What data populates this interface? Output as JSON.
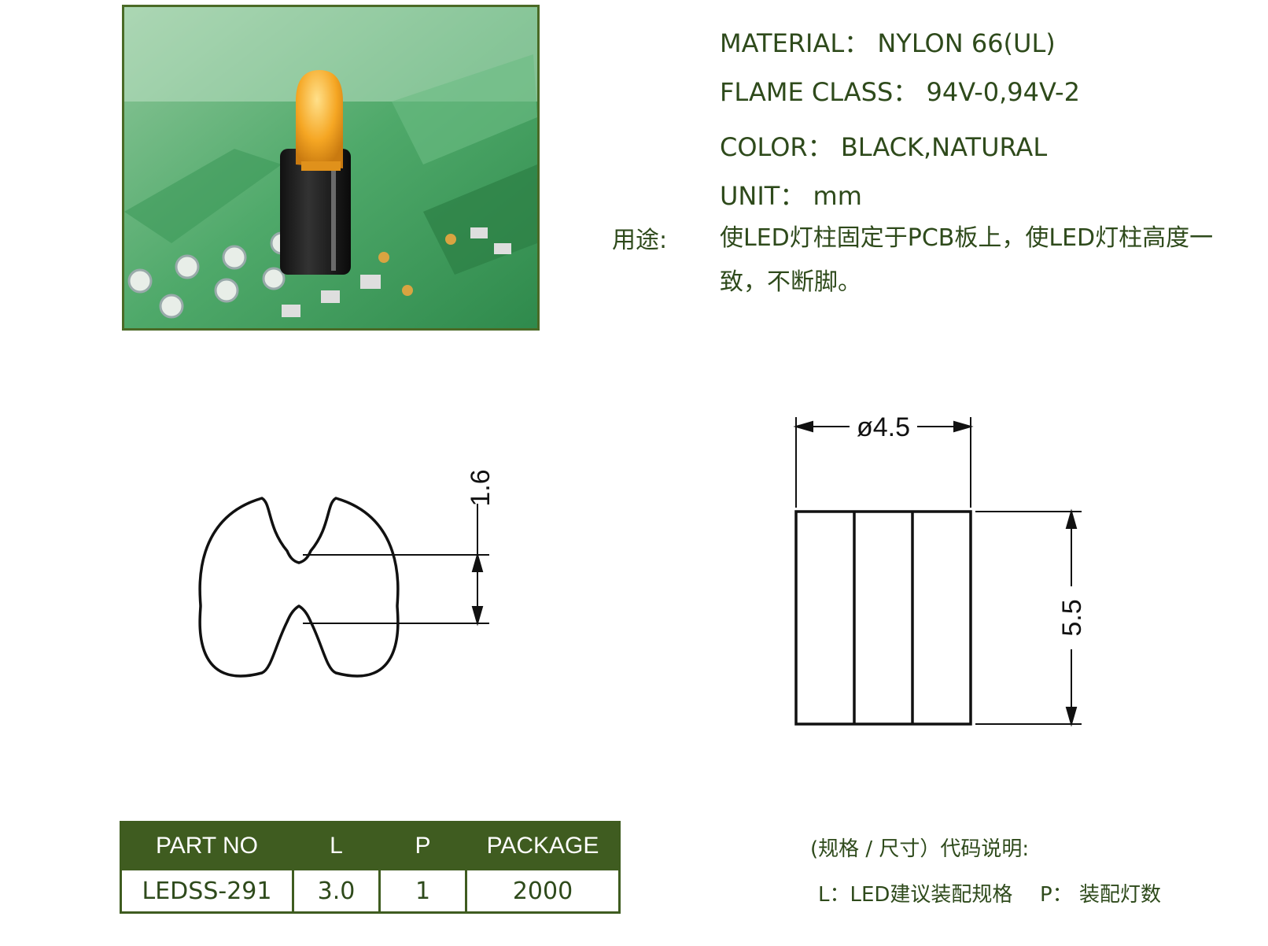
{
  "specs": {
    "material_label": "MATERIAL：",
    "material_value": "NYLON 66(UL)",
    "flame_label": "FLAME CLASS：",
    "flame_value": "94V-0,94V-2",
    "color_label": "COLOR：",
    "color_value": "BLACK,NATURAL",
    "unit_label": "UNIT：",
    "unit_value": "mm"
  },
  "usage": {
    "label": "用途:",
    "text": "使LED灯柱固定于PCB板上，使LED灯柱高度一致，不断脚。"
  },
  "dimensions": {
    "slot": "1.6",
    "diameter": "ø4.5",
    "height": "5.5"
  },
  "table": {
    "headers": [
      "PART NO",
      "L",
      "P",
      "PACKAGE"
    ],
    "rows": [
      [
        "LEDSS-291",
        "3.0",
        "1",
        "2000"
      ]
    ]
  },
  "legend": {
    "title": "(规格 / 尺寸）代码说明:",
    "l_text": "L：LED建议装配规格",
    "p_text": "P：  装配灯数"
  },
  "colors": {
    "brand_green": "#3f5c20",
    "text_green": "#2e4a1b"
  }
}
